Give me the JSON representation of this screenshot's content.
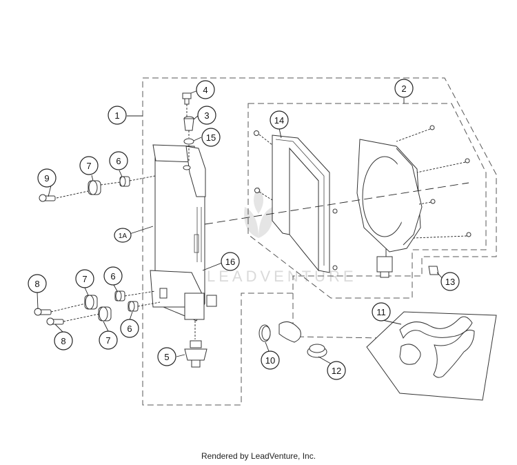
{
  "diagram": {
    "callouts": [
      {
        "id": "c1",
        "label": "1"
      },
      {
        "id": "c1a",
        "label": "1A"
      },
      {
        "id": "c2",
        "label": "2"
      },
      {
        "id": "c3",
        "label": "3"
      },
      {
        "id": "c4",
        "label": "4"
      },
      {
        "id": "c5",
        "label": "5"
      },
      {
        "id": "c6a",
        "label": "6"
      },
      {
        "id": "c6b",
        "label": "6"
      },
      {
        "id": "c6c",
        "label": "6"
      },
      {
        "id": "c7a",
        "label": "7"
      },
      {
        "id": "c7b",
        "label": "7"
      },
      {
        "id": "c7c",
        "label": "7"
      },
      {
        "id": "c8a",
        "label": "8"
      },
      {
        "id": "c8b",
        "label": "8"
      },
      {
        "id": "c9",
        "label": "9"
      },
      {
        "id": "c10",
        "label": "10"
      },
      {
        "id": "c11",
        "label": "11"
      },
      {
        "id": "c12",
        "label": "12"
      },
      {
        "id": "c13",
        "label": "13"
      },
      {
        "id": "c14",
        "label": "14"
      },
      {
        "id": "c15",
        "label": "15"
      },
      {
        "id": "c16",
        "label": "16"
      }
    ],
    "watermark": "LEADVENTURE"
  },
  "footer": {
    "text": "Rendered by LeadVenture, Inc."
  }
}
